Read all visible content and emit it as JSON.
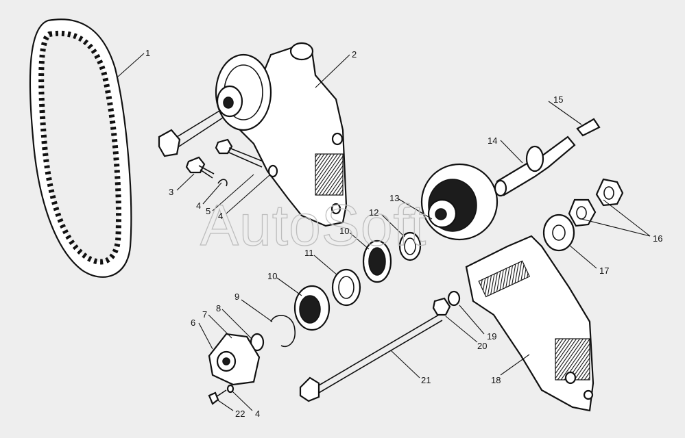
{
  "watermark": "AutoSoft",
  "callouts": [
    {
      "id": "c1",
      "label": "1"
    },
    {
      "id": "c2",
      "label": "2"
    },
    {
      "id": "c3",
      "label": "3"
    },
    {
      "id": "c4a",
      "label": "4"
    },
    {
      "id": "c4b",
      "label": "4"
    },
    {
      "id": "c4c",
      "label": "4"
    },
    {
      "id": "c5",
      "label": "5"
    },
    {
      "id": "c6",
      "label": "6"
    },
    {
      "id": "c7",
      "label": "7"
    },
    {
      "id": "c8",
      "label": "8"
    },
    {
      "id": "c9",
      "label": "9"
    },
    {
      "id": "c10a",
      "label": "10"
    },
    {
      "id": "c10b",
      "label": "10"
    },
    {
      "id": "c11",
      "label": "11"
    },
    {
      "id": "c12",
      "label": "12"
    },
    {
      "id": "c13",
      "label": "13"
    },
    {
      "id": "c14",
      "label": "14"
    },
    {
      "id": "c15",
      "label": "15"
    },
    {
      "id": "c16",
      "label": "16"
    },
    {
      "id": "c17",
      "label": "17"
    },
    {
      "id": "c18",
      "label": "18"
    },
    {
      "id": "c19",
      "label": "19"
    },
    {
      "id": "c20",
      "label": "20"
    },
    {
      "id": "c21",
      "label": "21"
    },
    {
      "id": "c22",
      "label": "22"
    }
  ]
}
